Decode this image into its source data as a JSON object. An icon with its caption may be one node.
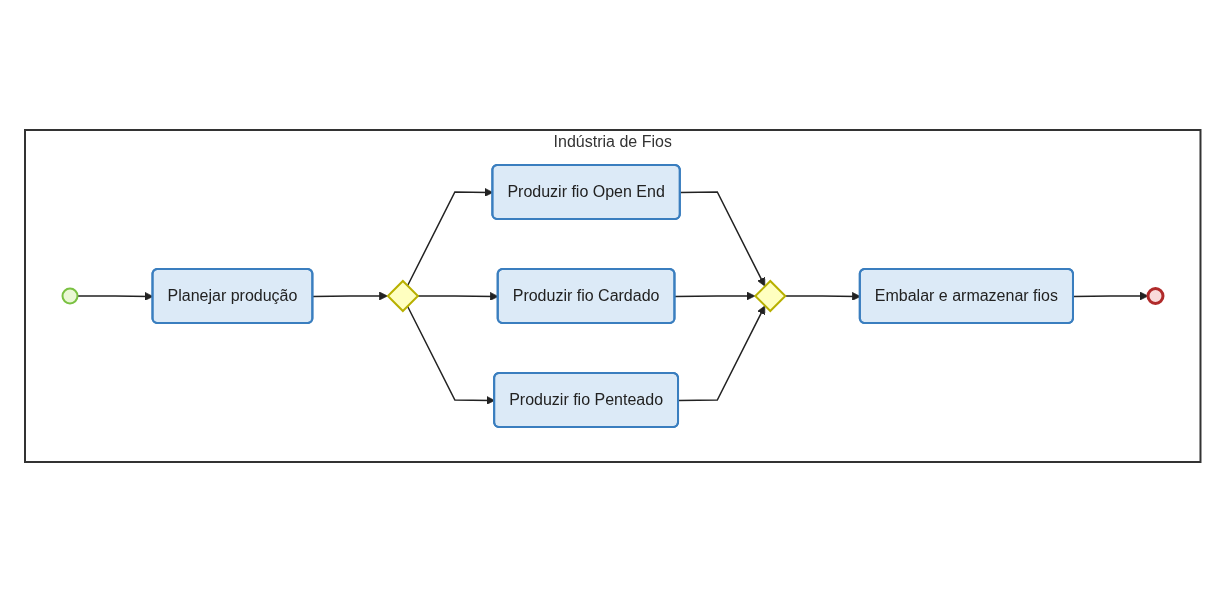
{
  "diagram": {
    "nodes": [
      {
        "text": [
          "Indústria de Fios"
        ]
      },
      {
        "text": [],
        "shape": "circle",
        "in": 0
      },
      {
        "text": [
          "Planejar produção"
        ],
        "in": 0
      },
      {
        "text": [],
        "shape": "diamond",
        "in": 0
      },
      {
        "text": [
          "Produzir fio Open End"
        ],
        "in": 0
      },
      {
        "text": [
          "Produzir fio Cardado"
        ],
        "in": 0
      },
      {
        "text": [
          "Produzir fio Penteado"
        ],
        "in": 0
      },
      {
        "text": [],
        "shape": "diamond",
        "in": 0
      },
      {
        "text": [
          "Embalar e armazenar fios"
        ],
        "in": 0
      },
      {
        "text": [],
        "shape": "circle",
        "in": 0
      }
    ],
    "edges": [
      {
        "from": 1,
        "to": 2,
        "arrow": "to"
      },
      {
        "from": 2,
        "to": 3,
        "arrow": "to"
      },
      {
        "from": 3,
        "to": 4,
        "arrow": "to"
      },
      {
        "from": 3,
        "to": 5,
        "arrow": "to"
      },
      {
        "from": 3,
        "to": 6,
        "arrow": "to"
      },
      {
        "from": 4,
        "to": 7,
        "arrow": "to"
      },
      {
        "from": 5,
        "to": 7,
        "arrow": "to"
      },
      {
        "from": 6,
        "to": 7,
        "arrow": "to"
      },
      {
        "from": 7,
        "to": 8,
        "arrow": "to"
      },
      {
        "from": 8,
        "to": 9,
        "arrow": "to"
      }
    ]
  }
}
